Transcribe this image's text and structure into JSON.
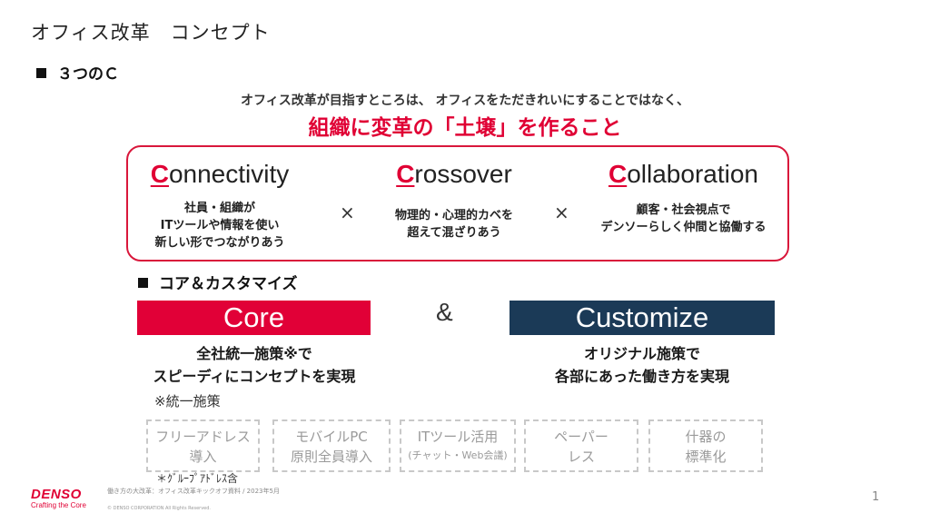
{
  "slide": {
    "title": "オフィス改革　コンセプト",
    "section1": "３つのＣ",
    "lead": "オフィス改革が目指すところは、 オフィスをただきれいにすることではなく、",
    "headline": "組織に変革の「土壌」を作ること",
    "concepts": [
      {
        "cap": "C",
        "rest": "onnectivity",
        "desc": [
          "社員・組織が",
          "ITツールや情報を使い",
          "新しい形でつながりあう"
        ]
      },
      {
        "cap": "C",
        "rest": "rossover",
        "desc": [
          "物理的・心理的カベを",
          "超えて混ざりあう"
        ]
      },
      {
        "cap": "C",
        "rest": "ollaboration",
        "desc": [
          "顧客・社会視点で",
          "デンソーらしく仲間と協働する"
        ]
      }
    ],
    "times": "×",
    "section2": "コア＆カスタマイズ",
    "core": {
      "label": "Core",
      "desc": [
        "全社統一施策※で",
        "スピーディにコンセプトを実現"
      ]
    },
    "ampersand": "&",
    "customize": {
      "label": "Customize",
      "desc": [
        "オリジナル施策で",
        "各部にあった働き方を実現"
      ]
    },
    "note": "※統一施策",
    "policies": [
      {
        "lines": [
          "フリーアドレス",
          "導入"
        ]
      },
      {
        "lines": [
          "モバイルPC",
          "原則全員導入"
        ]
      },
      {
        "lines": [
          "ITツール活用"
        ],
        "small": "(チャット・Web会議)"
      },
      {
        "lines": [
          "ペーパー",
          "レス"
        ]
      },
      {
        "lines": [
          "什器の",
          "標準化"
        ]
      }
    ],
    "group_note": "＊ｸﾞﾙｰﾌﾟｱﾄﾞﾚｽ含",
    "logo": {
      "brand": "DENSO",
      "tagline": "Crafting the Core"
    },
    "footer": "働き方の大改革：オフィス改革キックオフ資料 / 2023年5月",
    "copyright": "© DENSO CORPORATION All Rights Reserved.",
    "page_number": "1"
  },
  "colors": {
    "accent_red": "#e00034",
    "navy": "#1b3a57",
    "border_red": "#d9173b",
    "dashed_gray": "#c8c8c8"
  }
}
